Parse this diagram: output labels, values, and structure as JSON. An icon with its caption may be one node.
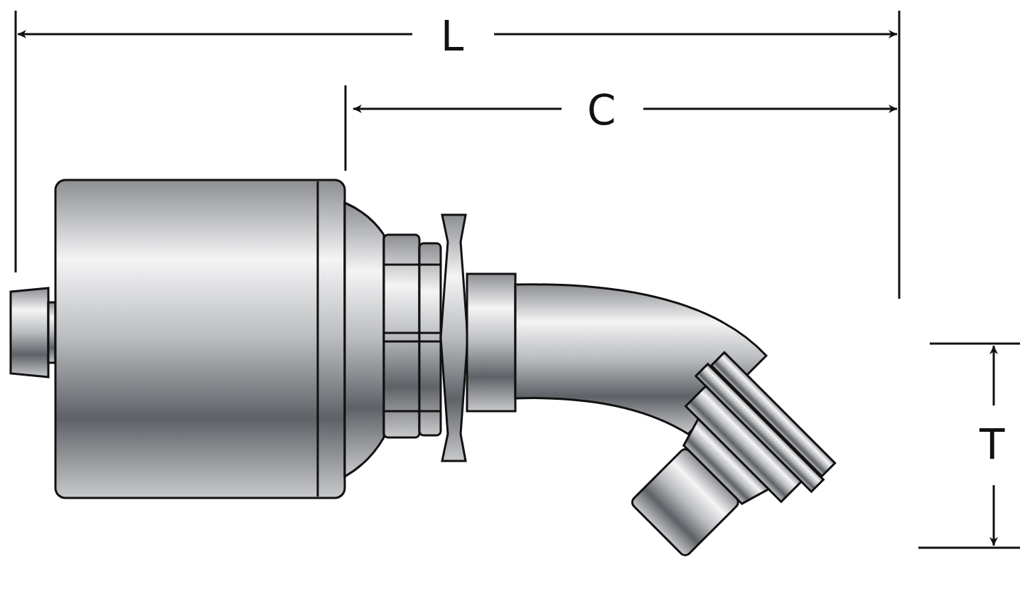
{
  "diagram": {
    "labels": [
      "L",
      "C",
      "T"
    ]
  }
}
